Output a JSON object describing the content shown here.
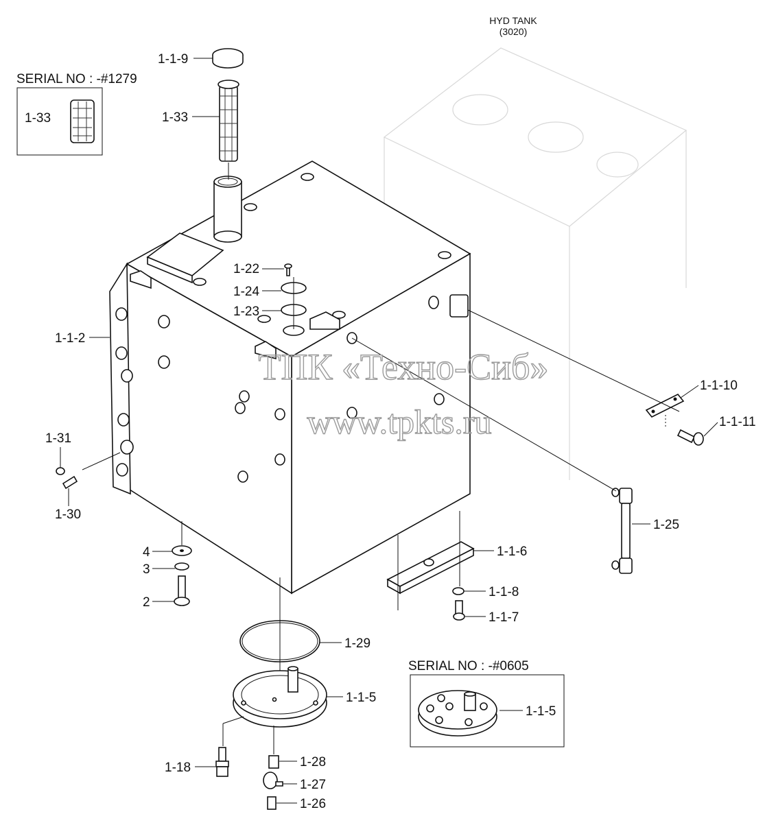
{
  "header": {
    "line1": "HYD TANK",
    "line2": "(3020)"
  },
  "serial_boxes": [
    {
      "title": "SERIAL NO : -#1279",
      "label": "1-33"
    },
    {
      "title": "SERIAL NO : -#0605",
      "label": "1-1-5"
    }
  ],
  "callouts": {
    "c_119": "1-1-9",
    "c_133": "1-33",
    "c_122": "1-22",
    "c_124": "1-24",
    "c_123": "1-23",
    "c_112": "1-1-2",
    "c_1110": "1-1-10",
    "c_1111": "1-1-11",
    "c_131": "1-31",
    "c_130": "1-30",
    "c_125": "1-25",
    "c_4": "4",
    "c_3": "3",
    "c_2": "2",
    "c_116": "1-1-6",
    "c_118": "1-1-8",
    "c_117": "1-1-7",
    "c_129": "1-29",
    "c_115": "1-1-5",
    "c_118b": "1-18",
    "c_128": "1-28",
    "c_127": "1-27",
    "c_126": "1-26"
  },
  "watermark": {
    "line1": "ТПК «Техно-Сиб»",
    "line2": "www.tpkts.ru"
  }
}
